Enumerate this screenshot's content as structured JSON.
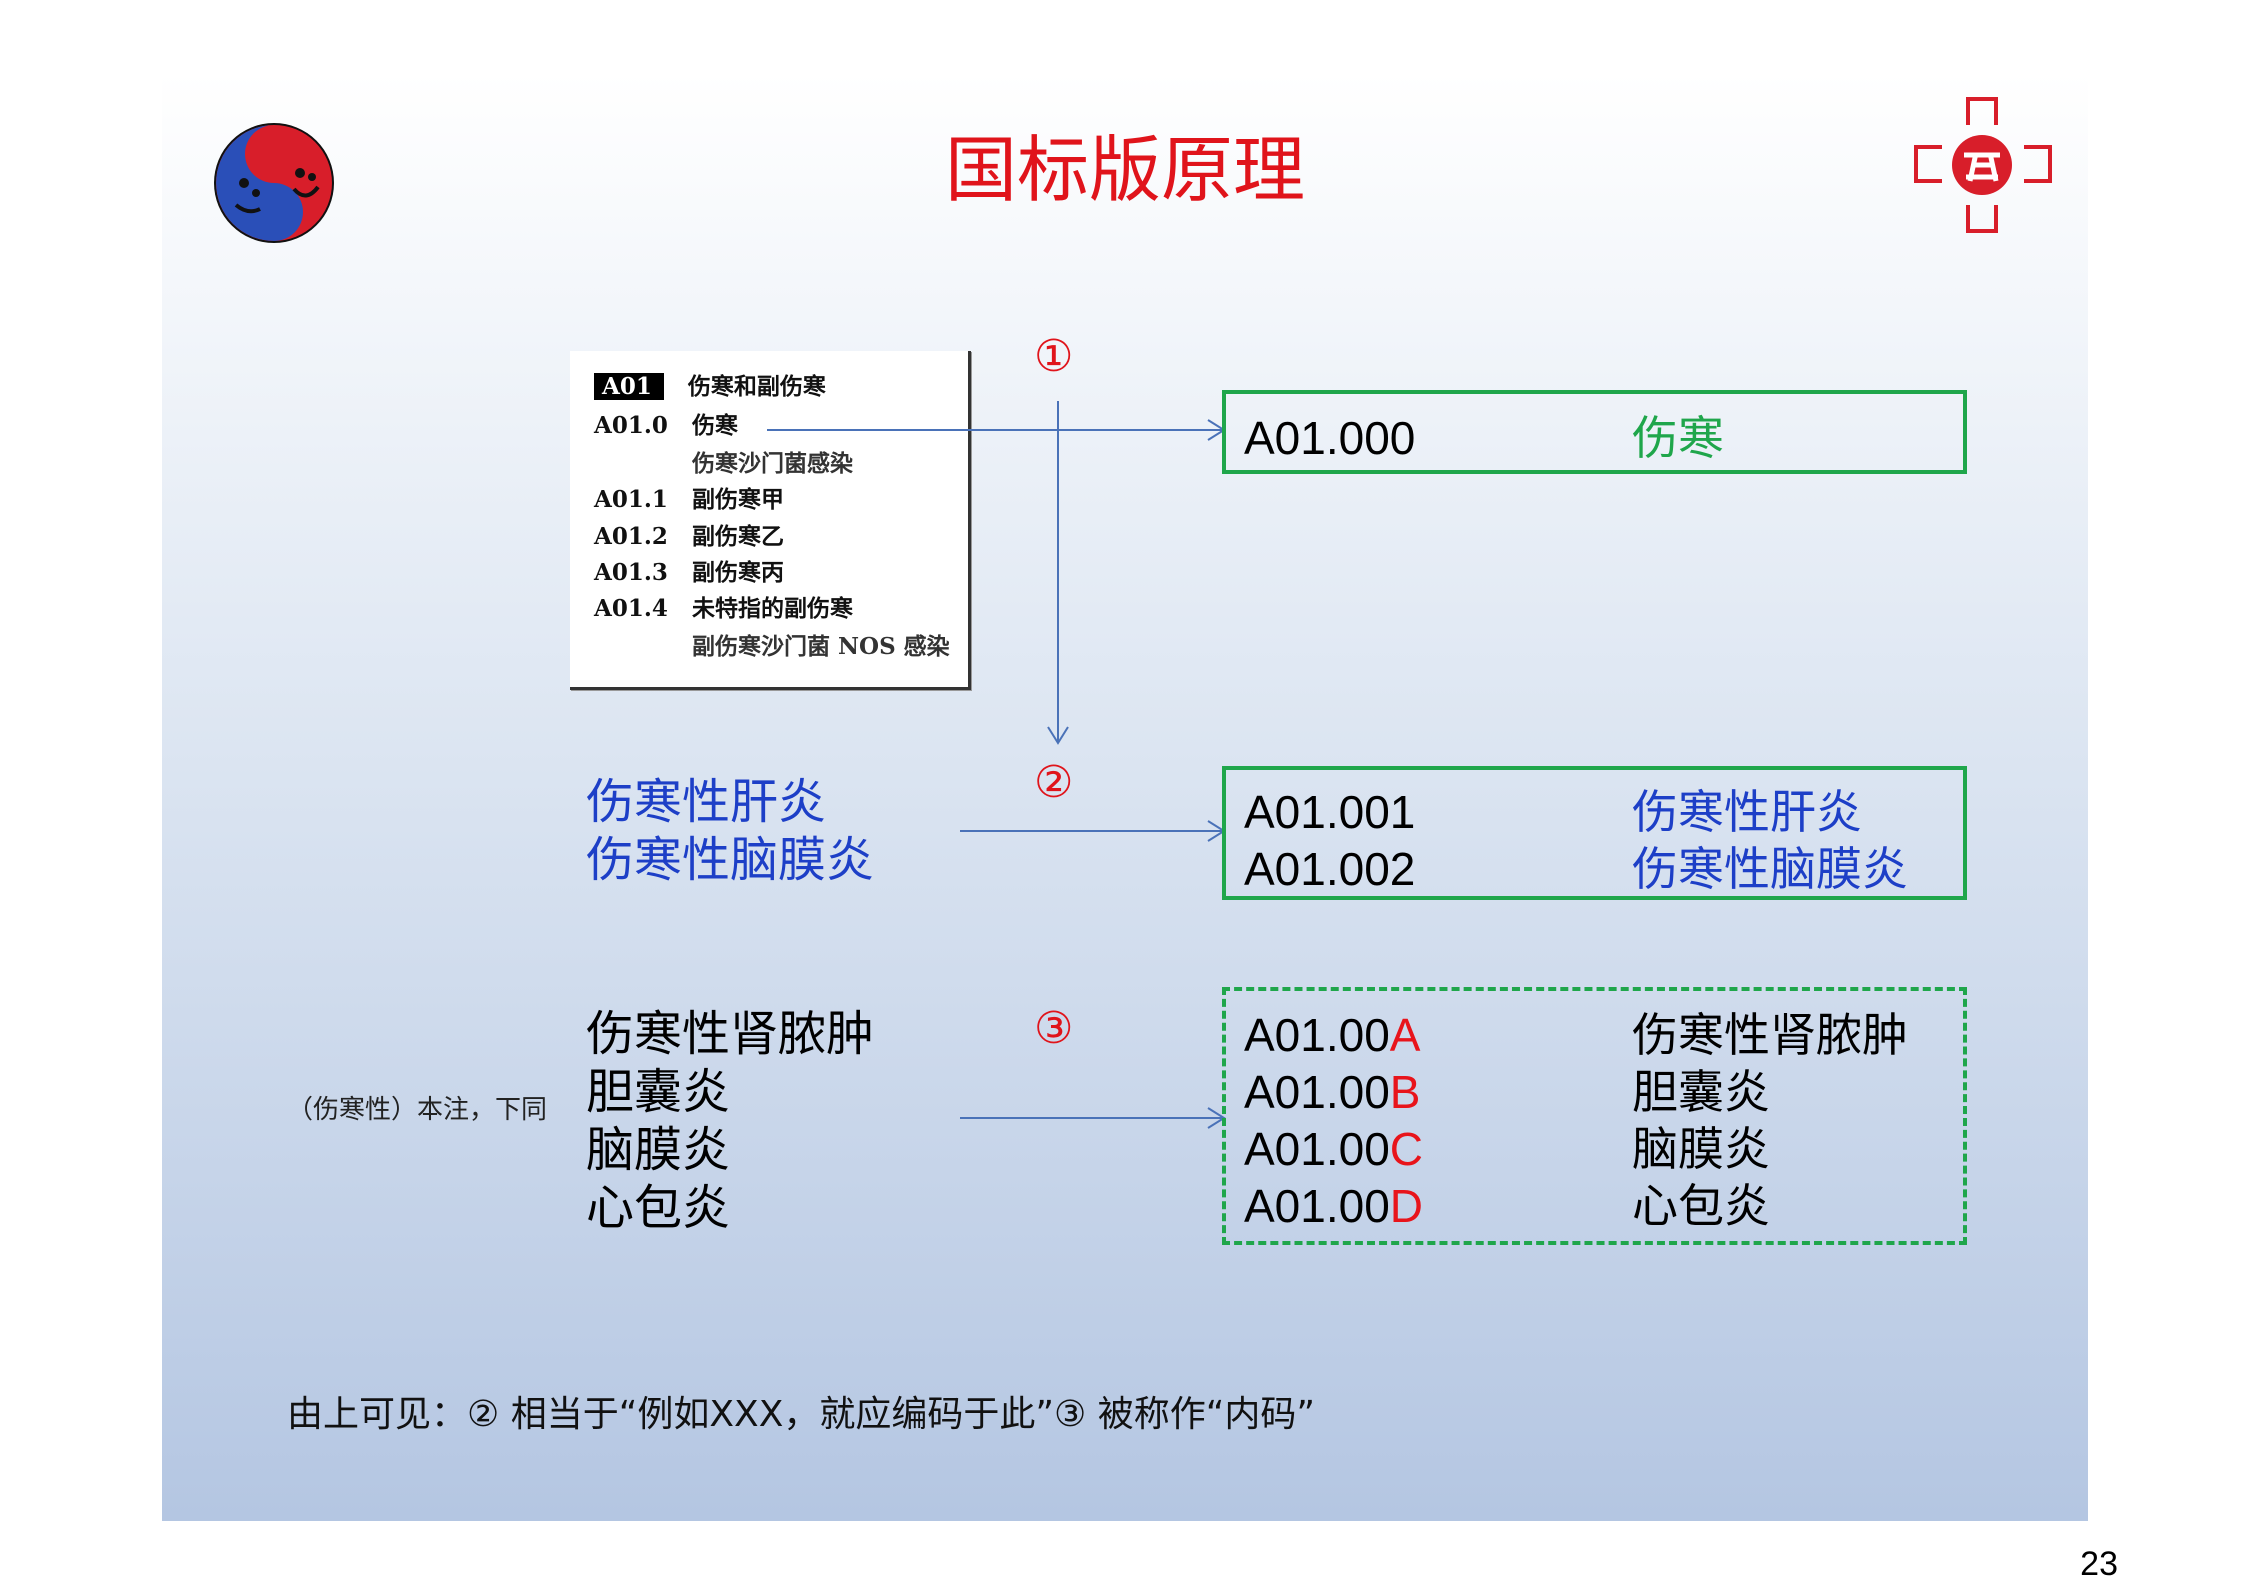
{
  "title": "国标版原理",
  "page_number": "23",
  "reference": {
    "rows": [
      {
        "code": "A01",
        "label": "伤寒和副伤寒",
        "highlight": true
      },
      {
        "code": "A01.0",
        "label": "伤寒"
      },
      {
        "code": "",
        "label": "伤寒沙门菌感染"
      },
      {
        "code": "A01.1",
        "label": "副伤寒甲"
      },
      {
        "code": "A01.2",
        "label": "副伤寒乙"
      },
      {
        "code": "A01.3",
        "label": "副伤寒丙"
      },
      {
        "code": "A01.4",
        "label": "未特指的副伤寒"
      },
      {
        "code": "",
        "label": "副伤寒沙门菌 NOS 感染"
      }
    ]
  },
  "markers": {
    "one": "①",
    "two": "②",
    "three": "③"
  },
  "box1": {
    "code": "A01.000",
    "name": "伤寒"
  },
  "box2": {
    "rows": [
      {
        "code": "A01.001",
        "name": "伤寒性肝炎"
      },
      {
        "code": "A01.002",
        "name": "伤寒性脑膜炎"
      }
    ]
  },
  "box3": {
    "rows": [
      {
        "prefix": "A01.00",
        "suffix": "A",
        "name": "伤寒性肾脓肿"
      },
      {
        "prefix": "A01.00",
        "suffix": "B",
        "name": "胆囊炎"
      },
      {
        "prefix": "A01.00",
        "suffix": "C",
        "name": "脑膜炎"
      },
      {
        "prefix": "A01.00",
        "suffix": "D",
        "name": "心包炎"
      }
    ]
  },
  "left2": [
    "伤寒性肝炎",
    "伤寒性脑膜炎"
  ],
  "left3": [
    "伤寒性肾脓肿",
    "胆囊炎",
    "脑膜炎",
    "心包炎"
  ],
  "note": "（伤寒性）本注，下同",
  "footer": "由上可见：② 相当于“例如XXX，就应编码于此”③ 被称作“内码”",
  "colors": {
    "title": "#e0141b",
    "green": "#1fa64b",
    "blue": "#1d3fc7",
    "arrow": "#4a72b8"
  }
}
